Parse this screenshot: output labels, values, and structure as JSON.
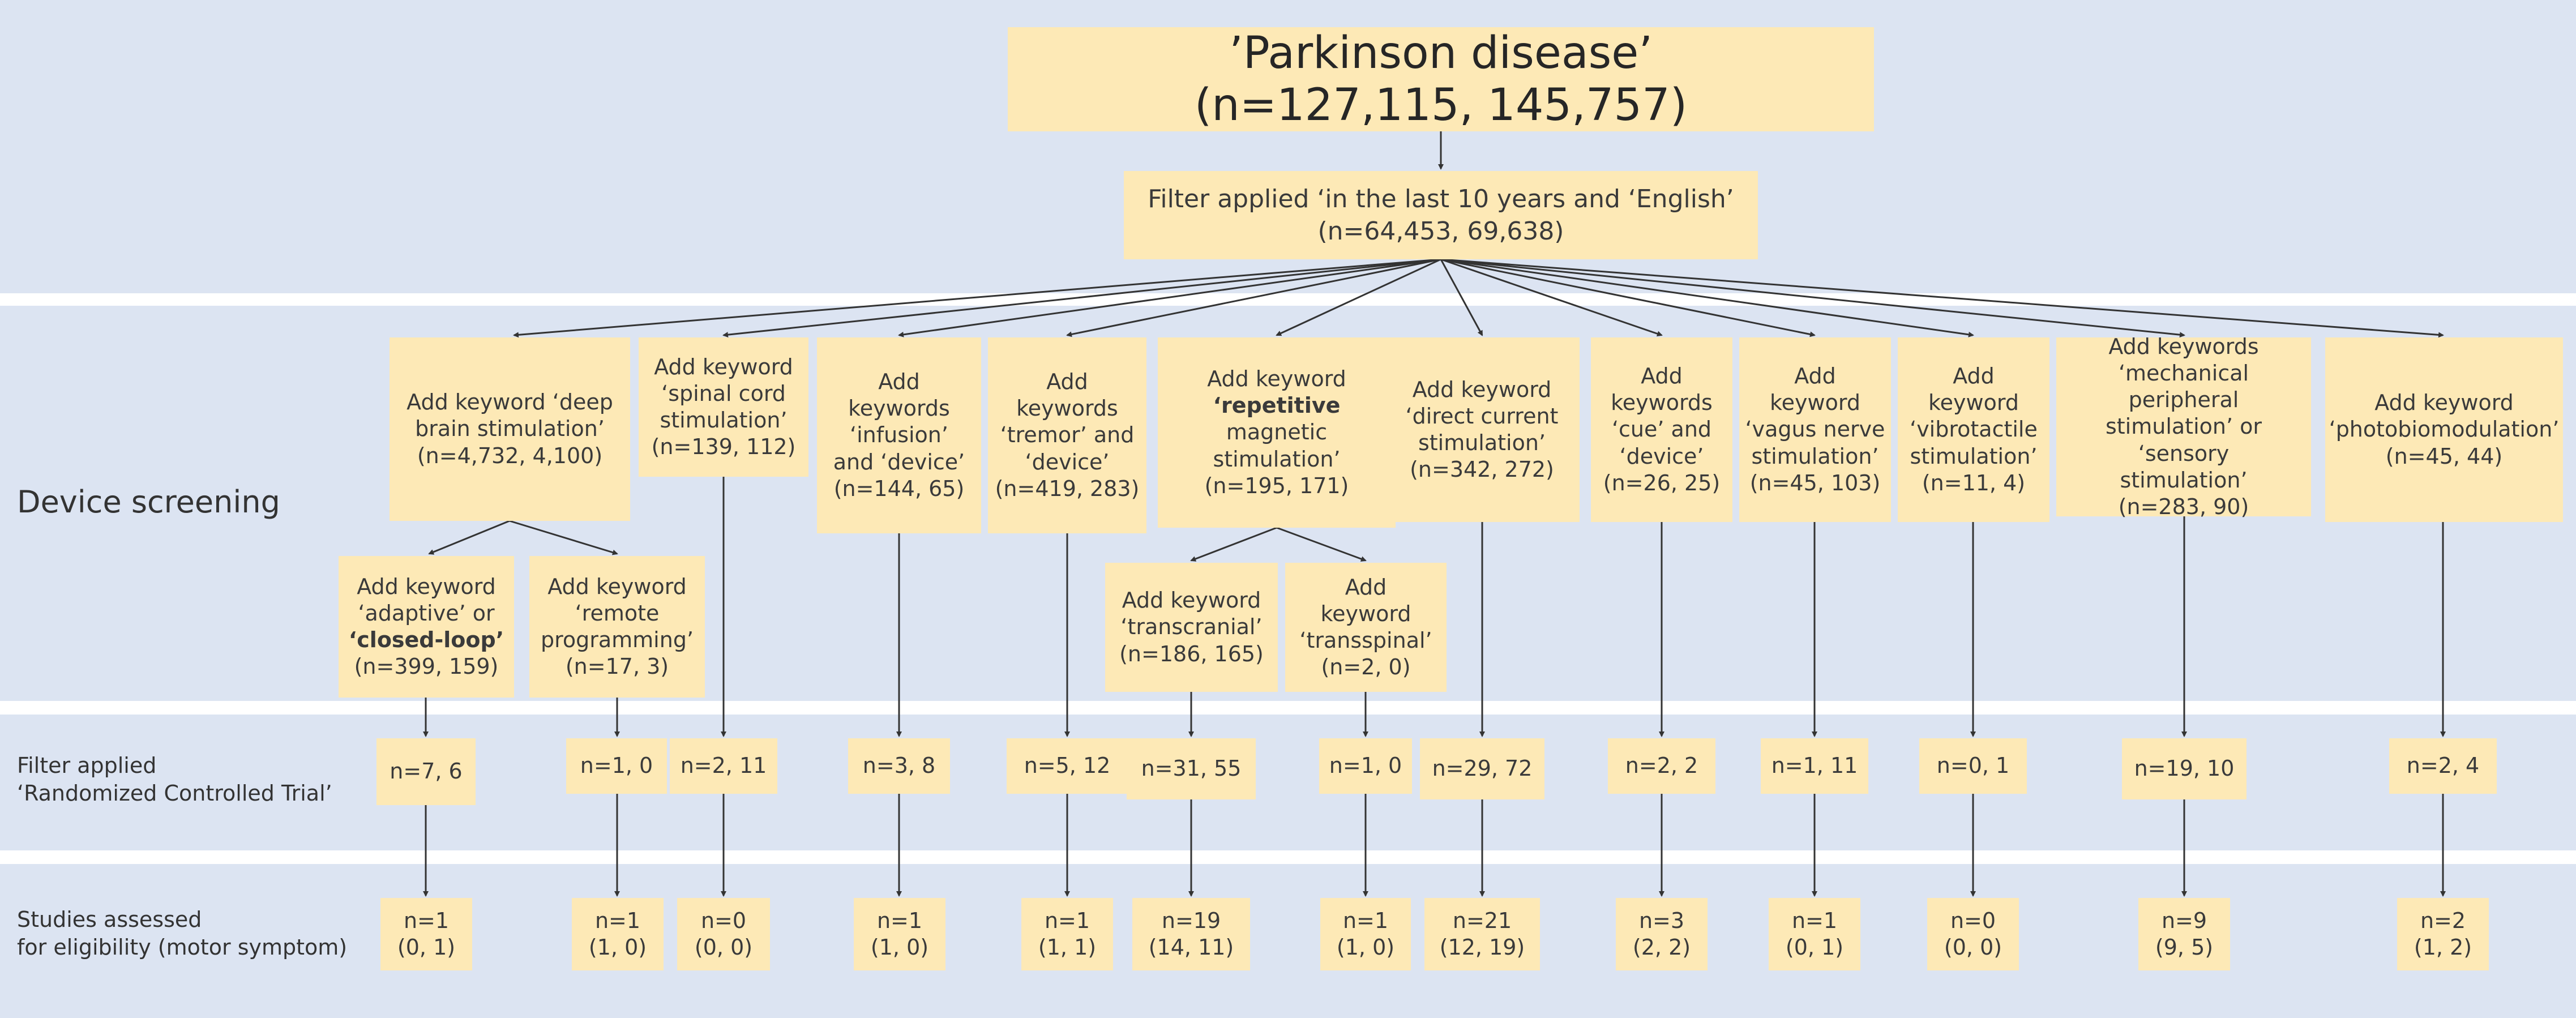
{
  "row_labels": {
    "device_screening": "Device screening",
    "filter_rct": [
      "Filter applied",
      "‘Randomized Controlled Trial’"
    ],
    "studies_assessed": [
      "Studies assessed",
      "for eligibility (motor symptom)"
    ]
  },
  "top": {
    "title": "’Parkinson disease’",
    "count": "(n=127,115, 145,757)"
  },
  "filter": {
    "line1": "Filter applied ‘in the last 10 years and ‘English’",
    "line2": "(n=64,453, 69,638)"
  },
  "keywords": {
    "dbs": [
      "Add keyword ‘deep",
      "brain stimulation’",
      "(n=4,732, 4,100)"
    ],
    "scs": [
      "Add keyword",
      "‘spinal cord",
      "stimulation’",
      "(n=139, 112)"
    ],
    "infusion": [
      "Add",
      "keywords",
      "‘infusion’",
      "and ‘device’",
      "(n=144, 65)"
    ],
    "tremor": [
      "Add",
      "keywords",
      "‘tremor’ and",
      "‘device’",
      "(n=419, 283)"
    ],
    "rms": [
      "Add keyword",
      "‘repetitive",
      "magnetic",
      "stimulation’",
      "(n=195, 171)"
    ],
    "dcs": [
      "Add keyword",
      "‘direct current",
      "stimulation’",
      "(n=342, 272)"
    ],
    "cue": [
      "Add",
      "keywords",
      "‘cue’ and",
      "‘device’",
      "(n=26, 25)"
    ],
    "vns": [
      "Add",
      "keyword",
      "‘vagus nerve",
      "stimulation’",
      "(n=45, 103)"
    ],
    "vibro": [
      "Add",
      "keyword",
      "‘vibrotactile",
      "stimulation’",
      "(n=11, 4)"
    ],
    "mech": [
      "Add keywords",
      "‘mechanical peripheral",
      "stimulation’ or ‘sensory",
      "stimulation’",
      "(n=283, 90)"
    ],
    "pbm": [
      "Add keyword",
      "‘photobiomodulation’",
      "(n=45, 44)"
    ]
  },
  "sub_keywords": {
    "adaptive": [
      "Add keyword",
      "‘adaptive’ or",
      "‘closed-loop’",
      "(n=399, 159)"
    ],
    "remote": [
      "Add keyword",
      "‘remote",
      "programming’",
      "(n=17, 3)"
    ],
    "transcranial": [
      "Add keyword",
      "‘transcranial’",
      "(n=186, 165)"
    ],
    "transspinal": [
      "Add",
      "keyword",
      "‘transspinal’",
      "(n=2, 0)"
    ]
  },
  "rct": {
    "adaptive": "n=7, 6",
    "remote": "n=1, 0",
    "scs": "n=2, 11",
    "infusion": "n=3, 8",
    "tremor": "n=5, 12",
    "transcranial": "n=31, 55",
    "transspinal": "n=1, 0",
    "dcs": "n=29, 72",
    "cue": "n=2, 2",
    "vns": "n=1, 11",
    "vibro": "n=0, 1",
    "mech": "n=19, 10",
    "pbm": "n=2, 4"
  },
  "studies": {
    "adaptive": [
      "n=1",
      "(0, 1)"
    ],
    "remote": [
      "n=1",
      "(1, 0)"
    ],
    "scs": [
      "n=0",
      "(0, 0)"
    ],
    "infusion": [
      "n=1",
      "(1, 0)"
    ],
    "tremor": [
      "n=1",
      "(1, 1)"
    ],
    "transcranial": [
      "n=19",
      "(14, 11)"
    ],
    "transspinal": [
      "n=1",
      "(1, 0)"
    ],
    "dcs": [
      "n=21",
      "(12, 19)"
    ],
    "cue": [
      "n=3",
      "(2, 2)"
    ],
    "vns": [
      "n=1",
      "(0, 1)"
    ],
    "vibro": [
      "n=0",
      "(0, 0)"
    ],
    "mech": [
      "n=9",
      "(9, 5)"
    ],
    "pbm": [
      "n=2",
      "(1, 2)"
    ]
  }
}
